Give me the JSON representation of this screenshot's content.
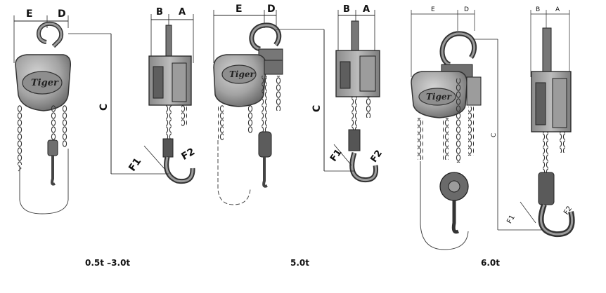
{
  "models": [
    {
      "caption": "0.5t –3.0t",
      "brand": "Tiger",
      "dims": {
        "e": "E",
        "d": "D",
        "b": "B",
        "a": "A",
        "c": "C",
        "f1": "F1",
        "f2": "F2"
      }
    },
    {
      "caption": "5.0t",
      "brand": "Tiger",
      "dims": {
        "e": "E",
        "d": "D",
        "b": "B",
        "a": "A",
        "c": "C",
        "f1": "F1",
        "f2": "F2"
      }
    },
    {
      "caption": "6.0t",
      "brand": "Tiger",
      "dims": {
        "e": "E",
        "d": "D",
        "b": "B",
        "a": "A",
        "c": "C",
        "f1": "F1",
        "f2": "F2"
      }
    }
  ]
}
